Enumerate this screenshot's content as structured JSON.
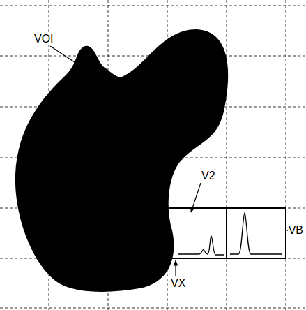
{
  "diagram": {
    "labels": [
      "VOI",
      "V2",
      "VB",
      "VX"
    ]
  }
}
